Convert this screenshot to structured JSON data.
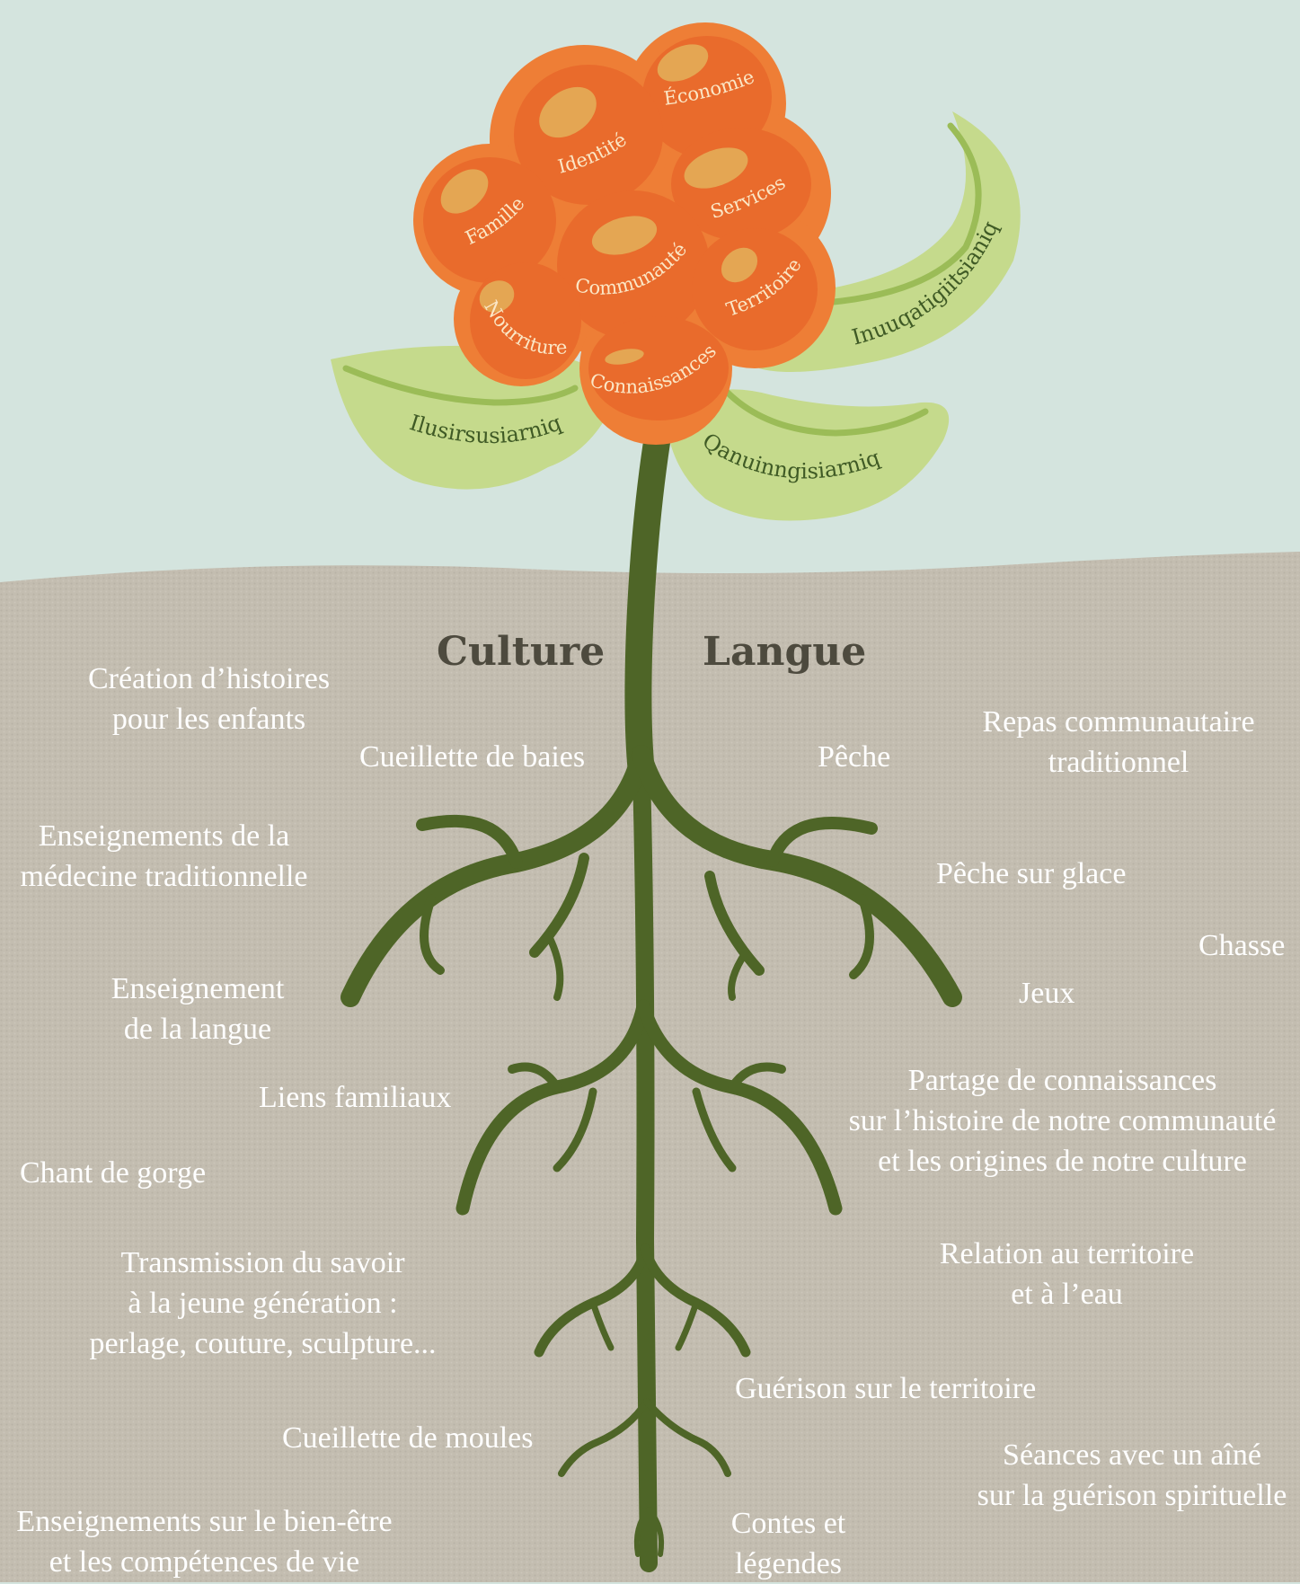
{
  "diagram": {
    "colors": {
      "sky": "#d4e4de",
      "soil": "#c3bdb0",
      "stem": "#4e6527",
      "berry": "#e96b2c",
      "berry_outer": "#ee7e36",
      "seed": "#e4a653",
      "leaf": "#c5da8c",
      "leaf_vein": "#9bbc57",
      "text_light": "#ffffff",
      "heading": "#4d4a3e"
    },
    "headings": {
      "left": "Culture",
      "right": "Langue"
    },
    "berry_words": {
      "economie": "Économie",
      "identite": "Identité",
      "famille": "Famille",
      "services": "Services",
      "communaute": "Communauté",
      "territoire": "Territoire",
      "nourriture": "Nourriture",
      "connaissances": "Connaissances"
    },
    "leaf_words": {
      "inuuqatigiitsianiq": "Inuuqatigiitsianiq",
      "ilusirsusiarniq": "Ilusirsusiarniq",
      "qanuinngisiarniq": "Qanuinngisiarniq"
    },
    "root_labels_left": {
      "histoires": [
        "Création d’histoires",
        "pour les enfants"
      ],
      "baies": "Cueillette de baies",
      "medecine": [
        "Enseignements de la",
        "médecine traditionnelle"
      ],
      "langue": [
        "Enseignement",
        "de la langue"
      ],
      "liens": "Liens familiaux",
      "chant": "Chant de gorge",
      "transmission": [
        "Transmission du savoir",
        "à la jeune génération :",
        "perlage, couture, sculpture..."
      ],
      "moules": "Cueillette de moules",
      "bienetre": [
        "Enseignements sur le bien-être",
        "et les compétences de vie"
      ]
    },
    "root_labels_right": {
      "peche": "Pêche",
      "repas": [
        "Repas communautaire",
        "traditionnel"
      ],
      "peche_glace": "Pêche sur glace",
      "chasse": "Chasse",
      "jeux": "Jeux",
      "partage": [
        "Partage de connaissances",
        "sur l’histoire de notre communauté",
        "et les origines de notre culture"
      ],
      "relation": [
        "Relation au territoire",
        "et à l’eau"
      ],
      "guerison": "Guérison sur le territoire",
      "seances": [
        "Séances avec un aîné",
        "sur la guérison spirituelle"
      ],
      "contes": [
        "Contes et",
        "légendes"
      ]
    }
  }
}
